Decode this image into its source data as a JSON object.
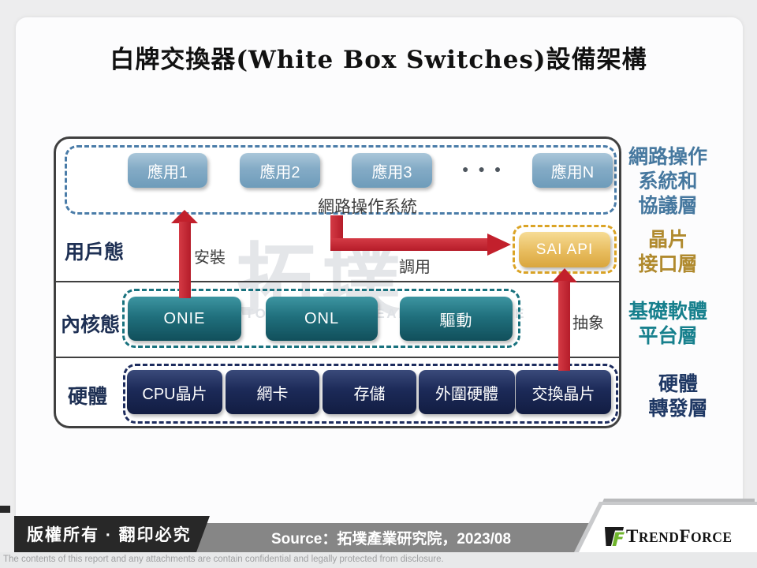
{
  "title": "白牌交換器(White Box Switches)設備架構",
  "watermark": {
    "cjk": "拓墣",
    "en": "TOPOLOGY RESEARCH INSTITUTE"
  },
  "diagram": {
    "apps": [
      "應用1",
      "應用2",
      "應用3",
      "應用N"
    ],
    "ellipsis": "●●●",
    "nos_label": "網路操作系統",
    "mode_labels": [
      "用戶態",
      "內核態",
      "硬體"
    ],
    "arrows": {
      "install": "安裝",
      "invoke": "調用",
      "abstract": "抽象"
    },
    "sai_api_label": "SAI API",
    "platform_boxes": [
      "ONIE",
      "ONL",
      "驅動"
    ],
    "hardware_boxes": [
      "CPU晶片",
      "網卡",
      "存儲",
      "外圍硬體",
      "交換晶片"
    ],
    "layers": [
      {
        "name": "nos-protocol-layer",
        "lines": [
          "網路操作",
          "系統和",
          "協議層"
        ],
        "color": "#46789f"
      },
      {
        "name": "chip-interface-layer",
        "lines": [
          "晶片",
          "接口層"
        ],
        "color": "#b08a2e"
      },
      {
        "name": "base-software-platform-layer",
        "lines": [
          "基礎軟體",
          "平台層"
        ],
        "color": "#17808d"
      },
      {
        "name": "hardware-forwarding-layer",
        "lines": [
          "硬體",
          "轉發層"
        ],
        "color": "#1f3864"
      }
    ],
    "colors": {
      "app_box": "#84abc6",
      "platform_box": "#20707d",
      "hardware_box": "#1c2a58",
      "sai_box": "#e8bc5e",
      "arrow_red": "#c2202c",
      "frame_border": "#404040",
      "nos_dash": "#4a7ca8",
      "sai_dash": "#dba426",
      "platform_dash": "#19727e",
      "hardware_dash": "#1d2c5e"
    }
  },
  "footer": {
    "copyright": "版權所有 · 翻印必究",
    "source": "Source：拓墣產業研究院，2023/08",
    "brand": {
      "t": "T",
      "rend": "REND",
      "f": "F",
      "orce": "ORCE"
    },
    "disclaimer": "The contents of this report and any attachments are contain confidential and legally protected from disclosure."
  }
}
